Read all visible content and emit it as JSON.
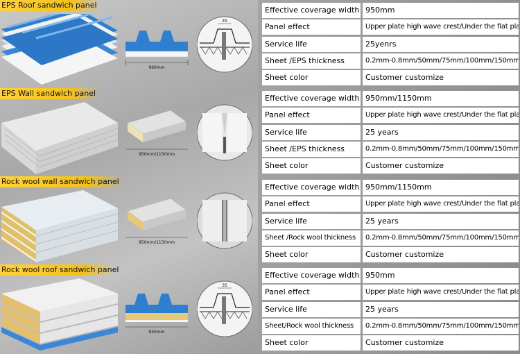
{
  "sections": [
    {
      "title": "EPS Roof sandwich panel",
      "dimension_label": "960mm",
      "detail_label": "35",
      "rows": [
        {
          "key": "Effective coverage width",
          "value": "950mm"
        },
        {
          "key": "Panel effect",
          "value": "Upper plate high wave crest/Under the flat plate"
        },
        {
          "key": "Service life",
          "value": "25yenrs"
        },
        {
          "key": "Sheet /EPS thickness",
          "value": "0.2mm-0.8mm/50mm/75mm/100mm/150mm"
        },
        {
          "key": "Sheet color",
          "value": "Customer customize"
        }
      ]
    },
    {
      "title": "EPS Wall sandwich panel",
      "dimension_label": "950mm/1150mm",
      "rows": [
        {
          "key": "Effective coverage width",
          "value": "950mm/1150mm"
        },
        {
          "key": "Panel effect",
          "value": "Upper plate high wave crest/Under the flat plate"
        },
        {
          "key": "Service life",
          "value": "25 years"
        },
        {
          "key": "Sheet /EPS thickness",
          "value": "0.2mm-0.8mm/50mm/75mm/100mm/150mm"
        },
        {
          "key": "Sheet color",
          "value": "Customer customize"
        }
      ]
    },
    {
      "title": "Rock wool wall sandwich panel",
      "dimension_label": "950mm/1150mm",
      "rows": [
        {
          "key": "Effective coverage width",
          "value": "950mm/1150mm"
        },
        {
          "key": "Panel effect",
          "value": "Upper plate high wave crest/Under the flat plate"
        },
        {
          "key": "Service life",
          "value": "25 years"
        },
        {
          "key": "Sheet /Rock wool thickness",
          "value": "0.2mm-0.8mm/50mm/75mm/100mm/150mm"
        },
        {
          "key": "Sheet color",
          "value": "Customer customize"
        }
      ]
    },
    {
      "title": "Rock wool roof sandwich panel",
      "dimension_label": "950mm",
      "detail_label": "35",
      "rows": [
        {
          "key": "Effective coverage width",
          "value": "950mm"
        },
        {
          "key": "Panel effect",
          "value": "Upper plate high wave crest/Under the flat plate"
        },
        {
          "key": "Service life",
          "value": "25 years"
        },
        {
          "key": "Sheet/Rock wool thickness",
          "value": "0.2mm-0.8mm/50mm/75mm/100mm/150mm"
        },
        {
          "key": "Sheet color",
          "value": "Customer customize"
        }
      ]
    }
  ],
  "colors": {
    "tag": "#f3c11b",
    "roof_blue": "#2f7fd0",
    "eps_white": "#f4f4f4",
    "rockwool": "#e7c97a"
  }
}
